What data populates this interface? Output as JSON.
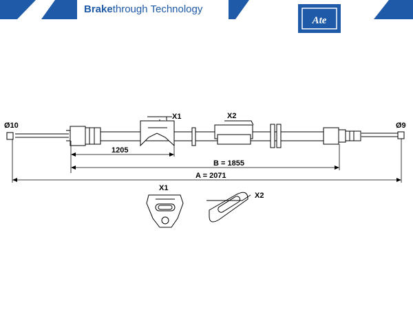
{
  "header": {
    "brand_strong": "Brake",
    "brand_rest": "through Technology",
    "logo_text": "Ate",
    "brand_color": "#1e5aa8"
  },
  "drawing": {
    "left_end_label": "Ø10",
    "right_end_label": "Ø9",
    "x1_label": "X1",
    "x2_label": "X2",
    "dim_1205": "1205",
    "dim_b": "B = 1855",
    "dim_a": "A = 2071",
    "detail_x1_label": "X1",
    "detail_x2_label": "X2"
  }
}
